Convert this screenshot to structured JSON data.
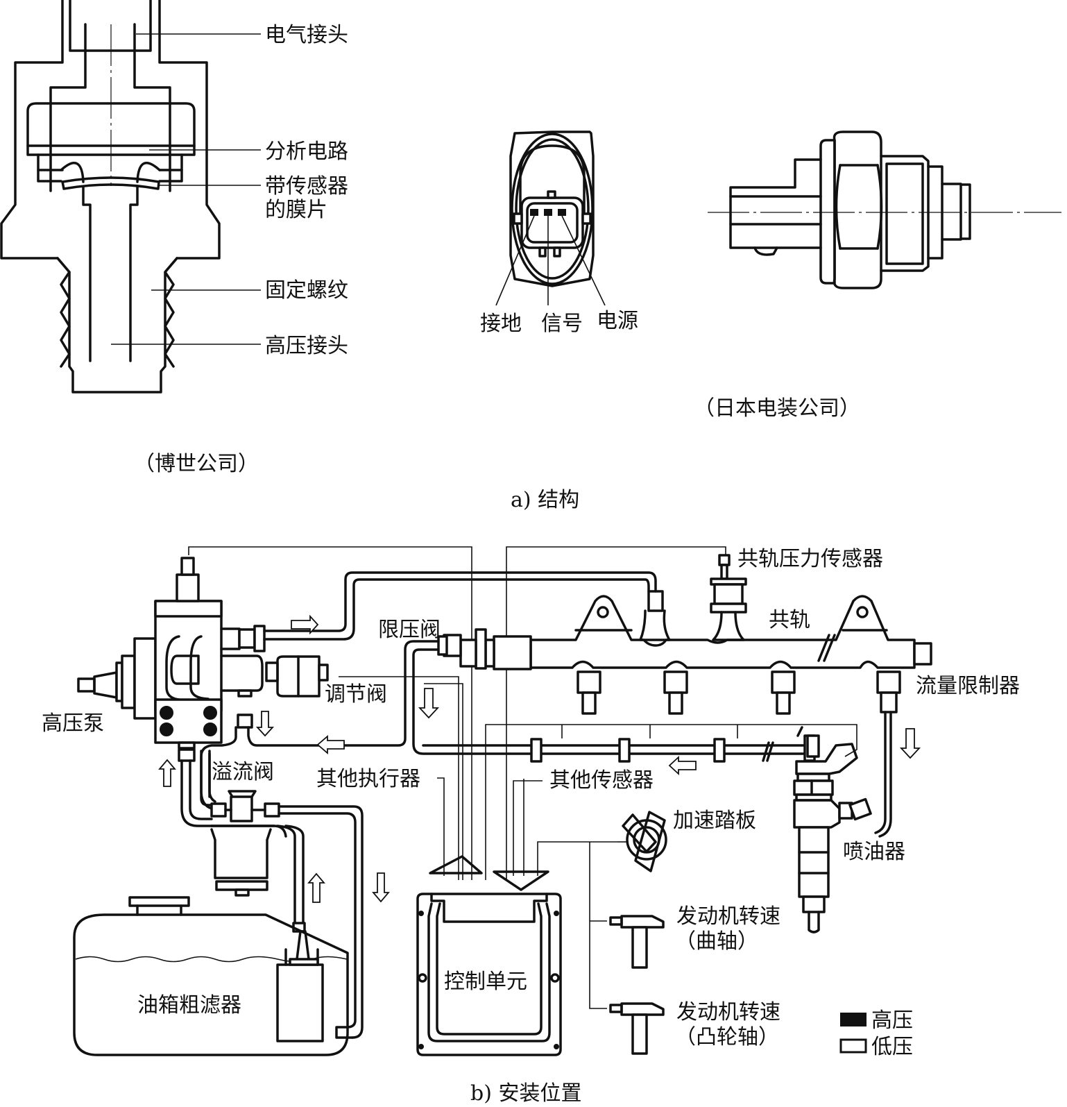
{
  "figure": {
    "part_a": {
      "caption": "a) 结构",
      "bosch": {
        "caption": "（博世公司）",
        "labels": {
          "electrical_connector": "电气接头",
          "evaluation_circuit": "分析电路",
          "diaphragm_line1": "带传感器",
          "diaphragm_line2": "的膜片",
          "fixing_thread": "固定螺纹",
          "high_pressure_connection": "高压接头"
        }
      },
      "denso": {
        "caption": "（日本电装公司）",
        "pins": {
          "ground": "接地",
          "signal": "信号",
          "power": "电源"
        }
      }
    },
    "part_b": {
      "caption": "b) 安装位置",
      "labels": {
        "rail_pressure_sensor": "共轨压力传感器",
        "common_rail": "共轨",
        "pressure_limiter": "限压阀",
        "regulating_valve": "调节阀",
        "high_pressure_pump": "高压泵",
        "flow_limiter": "流量限制器",
        "overflow_valve": "溢流阀",
        "other_actuators": "其他执行器",
        "other_sensors": "其他传感器",
        "accelerator_pedal": "加速踏板",
        "injector": "喷油器",
        "engine_speed_crank_line1": "发动机转速",
        "engine_speed_crank_line2": "（曲轴）",
        "engine_speed_cam_line1": "发动机转速",
        "engine_speed_cam_line2": "（凸轮轴）",
        "control_unit": "控制单元",
        "fuel_tank_filter": "油箱粗滤器"
      },
      "legend": [
        {
          "label": "高压",
          "style": "filled",
          "color": "#111111"
        },
        {
          "label": "低压",
          "style": "outline",
          "color": "#ffffff"
        }
      ]
    }
  }
}
